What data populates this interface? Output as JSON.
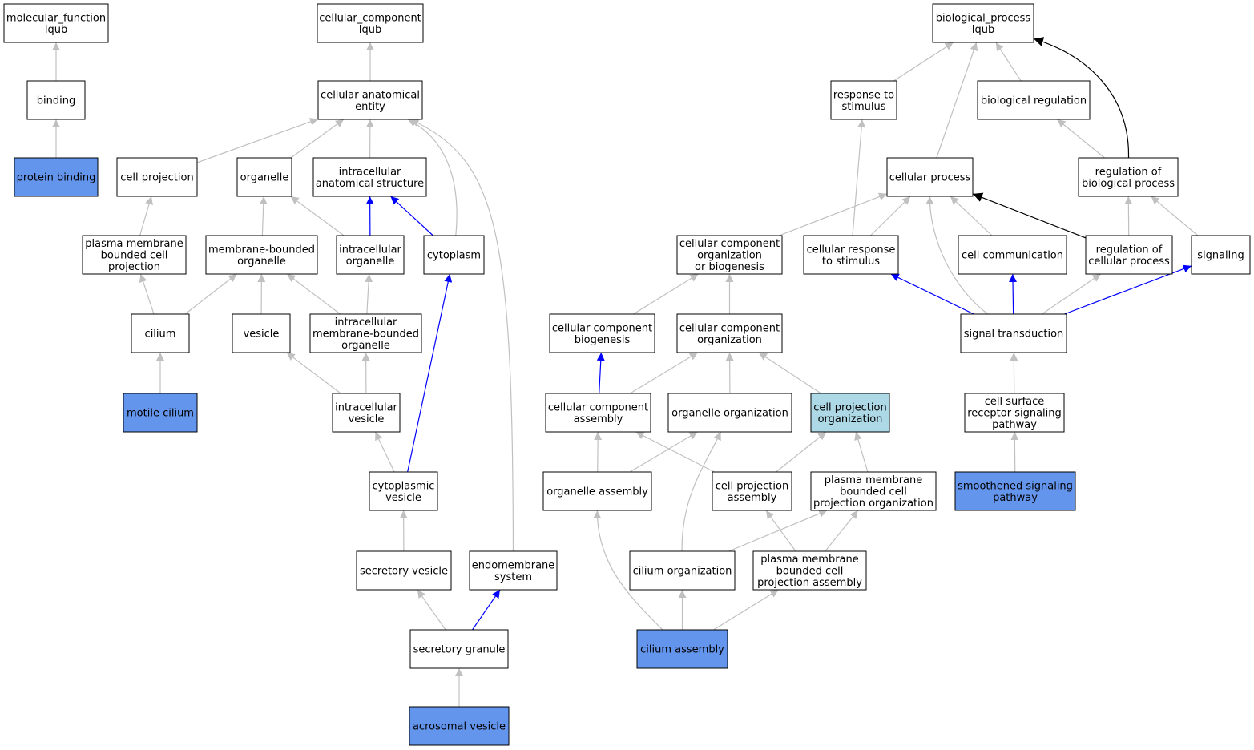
{
  "colors": {
    "default_fill": "#ffffff",
    "highlight_fill": "#6495ed",
    "intermediate_fill": "#add8e6",
    "is_a_edge": "#c0c0c0",
    "part_of_edge": "#0000ff",
    "regulates_edge": "#000000"
  },
  "nodes": [
    {
      "id": "molecular-function",
      "lines": [
        "molecular_function",
        "Iqub"
      ],
      "fill": "default"
    },
    {
      "id": "binding",
      "lines": [
        "binding"
      ],
      "fill": "default"
    },
    {
      "id": "protein-binding",
      "lines": [
        "protein binding"
      ],
      "fill": "highlight"
    },
    {
      "id": "cellular-component",
      "lines": [
        "cellular_component",
        "Iqub"
      ],
      "fill": "default"
    },
    {
      "id": "cellular-anatomical-entity",
      "lines": [
        "cellular anatomical",
        "entity"
      ],
      "fill": "default"
    },
    {
      "id": "cell-projection",
      "lines": [
        "cell projection"
      ],
      "fill": "default"
    },
    {
      "id": "organelle",
      "lines": [
        "organelle"
      ],
      "fill": "default"
    },
    {
      "id": "intracellular-anatomical-structure",
      "lines": [
        "intracellular",
        "anatomical structure"
      ],
      "fill": "default"
    },
    {
      "id": "plasma-membrane-bounded-cell-projection",
      "lines": [
        "plasma membrane",
        "bounded cell",
        "projection"
      ],
      "fill": "default"
    },
    {
      "id": "membrane-bounded-organelle",
      "lines": [
        "membrane-bounded",
        "organelle"
      ],
      "fill": "default"
    },
    {
      "id": "intracellular-organelle",
      "lines": [
        "intracellular",
        "organelle"
      ],
      "fill": "default"
    },
    {
      "id": "cytoplasm",
      "lines": [
        "cytoplasm"
      ],
      "fill": "default"
    },
    {
      "id": "cilium",
      "lines": [
        "cilium"
      ],
      "fill": "default"
    },
    {
      "id": "vesicle",
      "lines": [
        "vesicle"
      ],
      "fill": "default"
    },
    {
      "id": "intracellular-membrane-bounded-organelle",
      "lines": [
        "intracellular",
        "membrane-bounded",
        "organelle"
      ],
      "fill": "default"
    },
    {
      "id": "motile-cilium",
      "lines": [
        "motile cilium"
      ],
      "fill": "highlight"
    },
    {
      "id": "intracellular-vesicle",
      "lines": [
        "intracellular",
        "vesicle"
      ],
      "fill": "default"
    },
    {
      "id": "cytoplasmic-vesicle",
      "lines": [
        "cytoplasmic",
        "vesicle"
      ],
      "fill": "default"
    },
    {
      "id": "secretory-vesicle",
      "lines": [
        "secretory vesicle"
      ],
      "fill": "default"
    },
    {
      "id": "endomembrane-system",
      "lines": [
        "endomembrane",
        "system"
      ],
      "fill": "default"
    },
    {
      "id": "secretory-granule",
      "lines": [
        "secretory granule"
      ],
      "fill": "default"
    },
    {
      "id": "acrosomal-vesicle",
      "lines": [
        "acrosomal vesicle"
      ],
      "fill": "highlight"
    },
    {
      "id": "biological-process",
      "lines": [
        "biological_process",
        "Iqub"
      ],
      "fill": "default"
    },
    {
      "id": "response-to-stimulus",
      "lines": [
        "response to",
        "stimulus"
      ],
      "fill": "default"
    },
    {
      "id": "biological-regulation",
      "lines": [
        "biological regulation"
      ],
      "fill": "default"
    },
    {
      "id": "cellular-process",
      "lines": [
        "cellular process"
      ],
      "fill": "default"
    },
    {
      "id": "regulation-of-biological-process",
      "lines": [
        "regulation of",
        "biological process"
      ],
      "fill": "default"
    },
    {
      "id": "cellular-component-organization-or-biogenesis",
      "lines": [
        "cellular component",
        "organization",
        "or biogenesis"
      ],
      "fill": "default"
    },
    {
      "id": "cellular-response-to-stimulus",
      "lines": [
        "cellular response",
        "to stimulus"
      ],
      "fill": "default"
    },
    {
      "id": "cell-communication",
      "lines": [
        "cell communication"
      ],
      "fill": "default"
    },
    {
      "id": "regulation-of-cellular-process",
      "lines": [
        "regulation of",
        "cellular process"
      ],
      "fill": "default"
    },
    {
      "id": "signaling",
      "lines": [
        "signaling"
      ],
      "fill": "default"
    },
    {
      "id": "cellular-component-biogenesis",
      "lines": [
        "cellular component",
        "biogenesis"
      ],
      "fill": "default"
    },
    {
      "id": "cellular-component-organization",
      "lines": [
        "cellular component",
        "organization"
      ],
      "fill": "default"
    },
    {
      "id": "signal-transduction",
      "lines": [
        "signal transduction"
      ],
      "fill": "default"
    },
    {
      "id": "cellular-component-assembly",
      "lines": [
        "cellular component",
        "assembly"
      ],
      "fill": "default"
    },
    {
      "id": "organelle-organization",
      "lines": [
        "organelle organization"
      ],
      "fill": "default"
    },
    {
      "id": "cell-projection-organization",
      "lines": [
        "cell projection",
        "organization"
      ],
      "fill": "intermediate"
    },
    {
      "id": "cell-surface-receptor-signaling-pathway",
      "lines": [
        "cell surface",
        "receptor signaling",
        "pathway"
      ],
      "fill": "default"
    },
    {
      "id": "organelle-assembly",
      "lines": [
        "organelle assembly"
      ],
      "fill": "default"
    },
    {
      "id": "cell-projection-assembly",
      "lines": [
        "cell projection",
        "assembly"
      ],
      "fill": "default"
    },
    {
      "id": "plasma-membrane-bounded-cell-projection-organization",
      "lines": [
        "plasma membrane",
        "bounded cell",
        "projection organization"
      ],
      "fill": "default"
    },
    {
      "id": "smoothened-signaling-pathway",
      "lines": [
        "smoothened signaling",
        "pathway"
      ],
      "fill": "highlight"
    },
    {
      "id": "cilium-organization",
      "lines": [
        "cilium organization"
      ],
      "fill": "default"
    },
    {
      "id": "plasma-membrane-bounded-cell-projection-assembly",
      "lines": [
        "plasma membrane",
        "bounded cell",
        "projection assembly"
      ],
      "fill": "default"
    },
    {
      "id": "cilium-assembly",
      "lines": [
        "cilium assembly"
      ],
      "fill": "highlight"
    }
  ],
  "edges": [
    {
      "from": "binding",
      "to": "molecular-function",
      "type": "is_a"
    },
    {
      "from": "protein-binding",
      "to": "binding",
      "type": "is_a"
    },
    {
      "from": "cellular-anatomical-entity",
      "to": "cellular-component",
      "type": "is_a"
    },
    {
      "from": "cell-projection",
      "to": "cellular-anatomical-entity",
      "type": "is_a"
    },
    {
      "from": "organelle",
      "to": "cellular-anatomical-entity",
      "type": "is_a"
    },
    {
      "from": "intracellular-anatomical-structure",
      "to": "cellular-anatomical-entity",
      "type": "is_a"
    },
    {
      "from": "cytoplasm",
      "to": "cellular-anatomical-entity",
      "type": "is_a"
    },
    {
      "from": "endomembrane-system",
      "to": "cellular-anatomical-entity",
      "type": "is_a"
    },
    {
      "from": "plasma-membrane-bounded-cell-projection",
      "to": "cell-projection",
      "type": "is_a"
    },
    {
      "from": "membrane-bounded-organelle",
      "to": "organelle",
      "type": "is_a"
    },
    {
      "from": "intracellular-organelle",
      "to": "organelle",
      "type": "is_a"
    },
    {
      "from": "intracellular-organelle",
      "to": "intracellular-anatomical-structure",
      "type": "part_of"
    },
    {
      "from": "cytoplasm",
      "to": "intracellular-anatomical-structure",
      "type": "part_of"
    },
    {
      "from": "cilium",
      "to": "plasma-membrane-bounded-cell-projection",
      "type": "is_a"
    },
    {
      "from": "cilium",
      "to": "membrane-bounded-organelle",
      "type": "is_a"
    },
    {
      "from": "vesicle",
      "to": "membrane-bounded-organelle",
      "type": "is_a"
    },
    {
      "from": "intracellular-membrane-bounded-organelle",
      "to": "membrane-bounded-organelle",
      "type": "is_a"
    },
    {
      "from": "intracellular-membrane-bounded-organelle",
      "to": "intracellular-organelle",
      "type": "is_a"
    },
    {
      "from": "motile-cilium",
      "to": "cilium",
      "type": "is_a"
    },
    {
      "from": "intracellular-vesicle",
      "to": "vesicle",
      "type": "is_a"
    },
    {
      "from": "intracellular-vesicle",
      "to": "intracellular-membrane-bounded-organelle",
      "type": "is_a"
    },
    {
      "from": "cytoplasmic-vesicle",
      "to": "intracellular-vesicle",
      "type": "is_a"
    },
    {
      "from": "cytoplasmic-vesicle",
      "to": "cytoplasm",
      "type": "part_of"
    },
    {
      "from": "secretory-vesicle",
      "to": "cytoplasmic-vesicle",
      "type": "is_a"
    },
    {
      "from": "secretory-granule",
      "to": "secretory-vesicle",
      "type": "is_a"
    },
    {
      "from": "secretory-granule",
      "to": "endomembrane-system",
      "type": "part_of"
    },
    {
      "from": "acrosomal-vesicle",
      "to": "secretory-granule",
      "type": "is_a"
    },
    {
      "from": "response-to-stimulus",
      "to": "biological-process",
      "type": "is_a"
    },
    {
      "from": "biological-regulation",
      "to": "biological-process",
      "type": "is_a"
    },
    {
      "from": "cellular-process",
      "to": "biological-process",
      "type": "is_a"
    },
    {
      "from": "regulation-of-biological-process",
      "to": "biological-process",
      "type": "regulates"
    },
    {
      "from": "regulation-of-biological-process",
      "to": "biological-regulation",
      "type": "is_a"
    },
    {
      "from": "cellular-component-organization-or-biogenesis",
      "to": "cellular-process",
      "type": "is_a"
    },
    {
      "from": "cellular-response-to-stimulus",
      "to": "response-to-stimulus",
      "type": "is_a"
    },
    {
      "from": "cellular-response-to-stimulus",
      "to": "cellular-process",
      "type": "is_a"
    },
    {
      "from": "cell-communication",
      "to": "cellular-process",
      "type": "is_a"
    },
    {
      "from": "regulation-of-cellular-process",
      "to": "cellular-process",
      "type": "regulates"
    },
    {
      "from": "regulation-of-cellular-process",
      "to": "regulation-of-biological-process",
      "type": "is_a"
    },
    {
      "from": "signaling",
      "to": "regulation-of-biological-process",
      "type": "is_a"
    },
    {
      "from": "cellular-component-biogenesis",
      "to": "cellular-component-organization-or-biogenesis",
      "type": "is_a"
    },
    {
      "from": "cellular-component-organization",
      "to": "cellular-component-organization-or-biogenesis",
      "type": "is_a"
    },
    {
      "from": "signal-transduction",
      "to": "cellular-response-to-stimulus",
      "type": "part_of"
    },
    {
      "from": "signal-transduction",
      "to": "cell-communication",
      "type": "part_of"
    },
    {
      "from": "signal-transduction",
      "to": "regulation-of-cellular-process",
      "type": "is_a"
    },
    {
      "from": "signal-transduction",
      "to": "signaling",
      "type": "part_of"
    },
    {
      "from": "signal-transduction",
      "to": "cellular-process",
      "type": "is_a"
    },
    {
      "from": "cellular-component-assembly",
      "to": "cellular-component-biogenesis",
      "type": "part_of"
    },
    {
      "from": "cellular-component-assembly",
      "to": "cellular-component-organization",
      "type": "is_a"
    },
    {
      "from": "organelle-organization",
      "to": "cellular-component-organization",
      "type": "is_a"
    },
    {
      "from": "cell-projection-organization",
      "to": "cellular-component-organization",
      "type": "is_a"
    },
    {
      "from": "cell-surface-receptor-signaling-pathway",
      "to": "signal-transduction",
      "type": "is_a"
    },
    {
      "from": "organelle-assembly",
      "to": "cellular-component-assembly",
      "type": "is_a"
    },
    {
      "from": "organelle-assembly",
      "to": "organelle-organization",
      "type": "is_a"
    },
    {
      "from": "cell-projection-assembly",
      "to": "cellular-component-assembly",
      "type": "is_a"
    },
    {
      "from": "cell-projection-assembly",
      "to": "cell-projection-organization",
      "type": "is_a"
    },
    {
      "from": "plasma-membrane-bounded-cell-projection-organization",
      "to": "cell-projection-organization",
      "type": "is_a"
    },
    {
      "from": "smoothened-signaling-pathway",
      "to": "cell-surface-receptor-signaling-pathway",
      "type": "is_a"
    },
    {
      "from": "cilium-organization",
      "to": "organelle-organization",
      "type": "is_a"
    },
    {
      "from": "cilium-organization",
      "to": "plasma-membrane-bounded-cell-projection-organization",
      "type": "is_a"
    },
    {
      "from": "plasma-membrane-bounded-cell-projection-assembly",
      "to": "cell-projection-assembly",
      "type": "is_a"
    },
    {
      "from": "plasma-membrane-bounded-cell-projection-assembly",
      "to": "plasma-membrane-bounded-cell-projection-organization",
      "type": "is_a"
    },
    {
      "from": "cilium-assembly",
      "to": "organelle-assembly",
      "type": "is_a"
    },
    {
      "from": "cilium-assembly",
      "to": "cilium-organization",
      "type": "is_a"
    },
    {
      "from": "cilium-assembly",
      "to": "plasma-membrane-bounded-cell-projection-assembly",
      "type": "is_a"
    }
  ]
}
